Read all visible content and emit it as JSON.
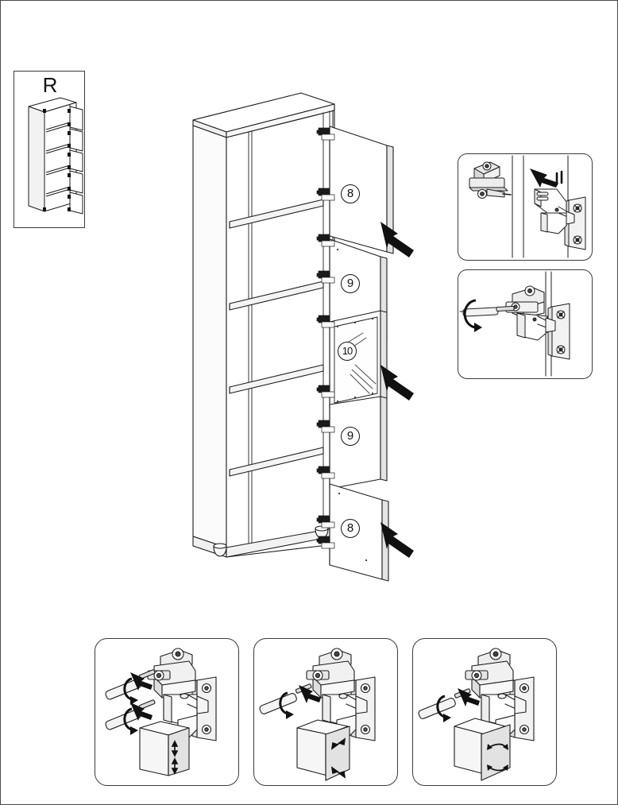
{
  "page": {
    "title": "Cabinet Door Hinge Assembly Instruction",
    "sheet_width": 778,
    "sheet_height": 1013,
    "border_color": "#4a4a4a",
    "line_color": "#222222",
    "panel_fill": "#ffffff",
    "shade_fill": "#e8e8e8",
    "arrow_color": "#111111"
  },
  "variant": {
    "label": "R",
    "name": "right-hand-variant",
    "caption_icon": "cabinet-thumbnail-icon"
  },
  "main_diagram": {
    "name": "tall-cabinet-exploded-view",
    "doors": [
      {
        "id": "door-top",
        "part": "8",
        "type": "solid",
        "hinges": 2
      },
      {
        "id": "door-upper-mid",
        "part": "9",
        "type": "solid",
        "hinges": 2
      },
      {
        "id": "door-glass",
        "part": "10",
        "type": "glass",
        "hinges": 2
      },
      {
        "id": "door-lower-mid",
        "part": "9",
        "type": "solid",
        "hinges": 2
      },
      {
        "id": "door-bottom",
        "part": "8",
        "type": "solid",
        "hinges": 2
      }
    ],
    "part_labels": [
      "8",
      "9",
      "10",
      "9",
      "8"
    ],
    "arrows": [
      {
        "name": "close-door-arrow-top",
        "direction": "up-left"
      },
      {
        "name": "close-door-arrow-middle",
        "direction": "up-left"
      },
      {
        "name": "close-door-arrow-bottom",
        "direction": "up-left"
      }
    ],
    "shelf_count": 4,
    "feet_count": 2
  },
  "detail_panels": [
    {
      "name": "hinge-clip-detail",
      "icons": [
        "hinge-arm-icon",
        "hinge-mounting-plate-icon",
        "push-arrow-icon"
      ],
      "action": "clip-hinge-arm-onto-plate"
    },
    {
      "name": "hinge-screw-detail",
      "icons": [
        "screwdriver-icon",
        "rotate-arrow-icon",
        "hinge-arm-icon",
        "hinge-mounting-plate-icon"
      ],
      "action": "tighten-hinge-fixing-screw"
    }
  ],
  "adjustment_steps": [
    {
      "name": "height-adjustment-step",
      "index": 1,
      "icons": [
        "screwdriver-icon",
        "screwdriver-icon",
        "rotate-arrow-icon",
        "push-arrow-icon",
        "cabinet-door-icon"
      ],
      "door_arrows": "vertical",
      "screwdrivers": 2
    },
    {
      "name": "depth-adjustment-step",
      "index": 2,
      "icons": [
        "screwdriver-icon",
        "rotate-arrow-icon",
        "push-arrow-icon",
        "cabinet-door-icon"
      ],
      "door_arrows": "diagonal",
      "screwdrivers": 1
    },
    {
      "name": "lateral-adjustment-step",
      "index": 3,
      "icons": [
        "screwdriver-icon",
        "rotate-arrow-icon",
        "push-arrow-icon",
        "cabinet-door-icon"
      ],
      "door_arrows": "rotational",
      "screwdrivers": 1
    }
  ]
}
